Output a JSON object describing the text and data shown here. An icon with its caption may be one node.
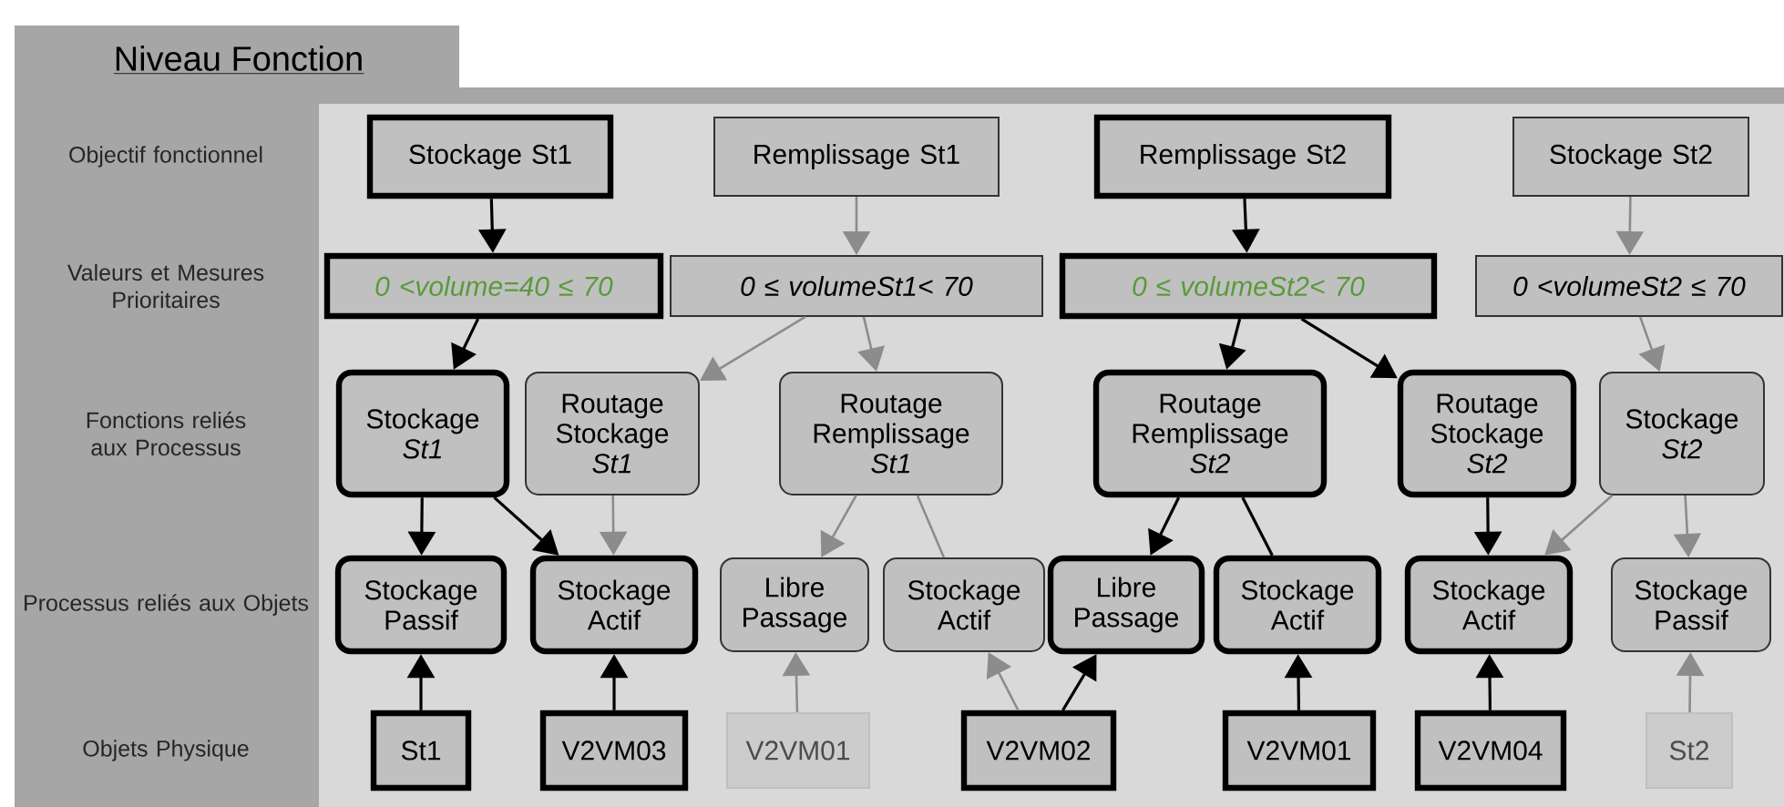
{
  "diagram": {
    "title": "Niveau Fonction",
    "nodes": [
      {
        "text": [
          "Stockage St1"
        ]
      },
      {
        "text": [
          "Remplissage St1"
        ]
      },
      {
        "text": [
          "Remplissage St2"
        ]
      },
      {
        "text": [
          "Stockage St2"
        ]
      },
      {
        "text": [
          "0 <volume=40 ≤ 70"
        ]
      },
      {
        "text": [
          "0 ≤ volumeSt1< 70"
        ]
      },
      {
        "text": [
          "0 ≤ volumeSt2< 70"
        ]
      },
      {
        "text": [
          "0 <volumeSt2 ≤ 70"
        ]
      },
      {
        "text": [
          "Stockage *St1*"
        ]
      },
      {
        "text": [
          "Routage Stockage *St1*"
        ]
      },
      {
        "text": [
          "Routage Remplissage *St1*"
        ]
      },
      {
        "text": [
          "Routage Remplissage *St2*"
        ]
      },
      {
        "text": [
          "Routage Stockage *St2*"
        ]
      },
      {
        "text": [
          "Stockage *St2*"
        ]
      },
      {
        "text": [
          "Stockage Passif"
        ]
      },
      {
        "text": [
          "Stockage Actif"
        ]
      },
      {
        "text": [
          "Libre Passage"
        ]
      },
      {
        "text": [
          "Stockage Actif"
        ]
      },
      {
        "text": [
          "Libre Passage"
        ]
      },
      {
        "text": [
          "Stockage Actif"
        ]
      },
      {
        "text": [
          "Stockage Actif"
        ]
      },
      {
        "text": [
          "Stockage Passif"
        ]
      },
      {
        "text": [
          "St1"
        ]
      },
      {
        "text": [
          "V2VM03"
        ]
      },
      {
        "text": [
          "V2VM01"
        ]
      },
      {
        "text": [
          "V2VM02"
        ]
      },
      {
        "text": [
          "V2VM01"
        ]
      },
      {
        "text": [
          "V2VM04"
        ]
      },
      {
        "text": [
          "St2"
        ]
      }
    ],
    "edges": [
      {
        "from": 0,
        "to": 4,
        "arrow": "to"
      },
      {
        "from": 1,
        "to": 5,
        "arrow": "to",
        "color": "#8c8c8c"
      },
      {
        "from": 2,
        "to": 6,
        "arrow": "to"
      },
      {
        "from": 3,
        "to": 7,
        "arrow": "to",
        "color": "#8c8c8c"
      },
      {
        "from": 4,
        "to": 8,
        "arrow": "to"
      },
      {
        "from": 5,
        "to": 9,
        "arrow": "to",
        "color": "#8c8c8c"
      },
      {
        "from": 5,
        "to": 10,
        "arrow": "to",
        "color": "#8c8c8c"
      },
      {
        "from": 6,
        "to": 11,
        "arrow": "to"
      },
      {
        "from": 6,
        "to": 12,
        "arrow": "to"
      },
      {
        "from": 7,
        "to": 13,
        "arrow": "to",
        "color": "#8c8c8c"
      },
      {
        "from": 8,
        "to": 14,
        "arrow": "to"
      },
      {
        "from": 8,
        "to": 15,
        "arrow": "to"
      },
      {
        "from": 9,
        "to": 15,
        "arrow": "to",
        "color": "#8c8c8c"
      },
      {
        "from": 10,
        "to": 16,
        "arrow": "to",
        "color": "#8c8c8c"
      },
      {
        "from": 10,
        "to": 17,
        "arrow": "none",
        "color": "#8c8c8c"
      },
      {
        "from": 11,
        "to": 18,
        "arrow": "to"
      },
      {
        "from": 11,
        "to": 19,
        "arrow": "none"
      },
      {
        "from": 12,
        "to": 20,
        "arrow": "to"
      },
      {
        "from": 13,
        "to": 20,
        "arrow": "to",
        "color": "#8c8c8c"
      },
      {
        "from": 13,
        "to": 21,
        "arrow": "to",
        "color": "#8c8c8c"
      },
      {
        "from": 22,
        "to": 14,
        "arrow": "to"
      },
      {
        "from": 23,
        "to": 15,
        "arrow": "to"
      },
      {
        "from": 24,
        "to": 16,
        "arrow": "to",
        "color": "#8c8c8c"
      },
      {
        "from": 25,
        "to": 17,
        "arrow": "to",
        "color": "#8c8c8c"
      },
      {
        "from": 25,
        "to": 18,
        "arrow": "to"
      },
      {
        "from": 26,
        "to": 19,
        "arrow": "to"
      },
      {
        "from": 27,
        "to": 20,
        "arrow": "to"
      },
      {
        "from": 28,
        "to": 21,
        "arrow": "to",
        "color": "#8c8c8c"
      }
    ],
    "labels": [
      "Objectif fonctionnel",
      "Valeurs et Mesures Prioritaires",
      "Fonctions reliés aux Processus",
      "Processus reliés aux Objets",
      "Objets Physique"
    ]
  }
}
